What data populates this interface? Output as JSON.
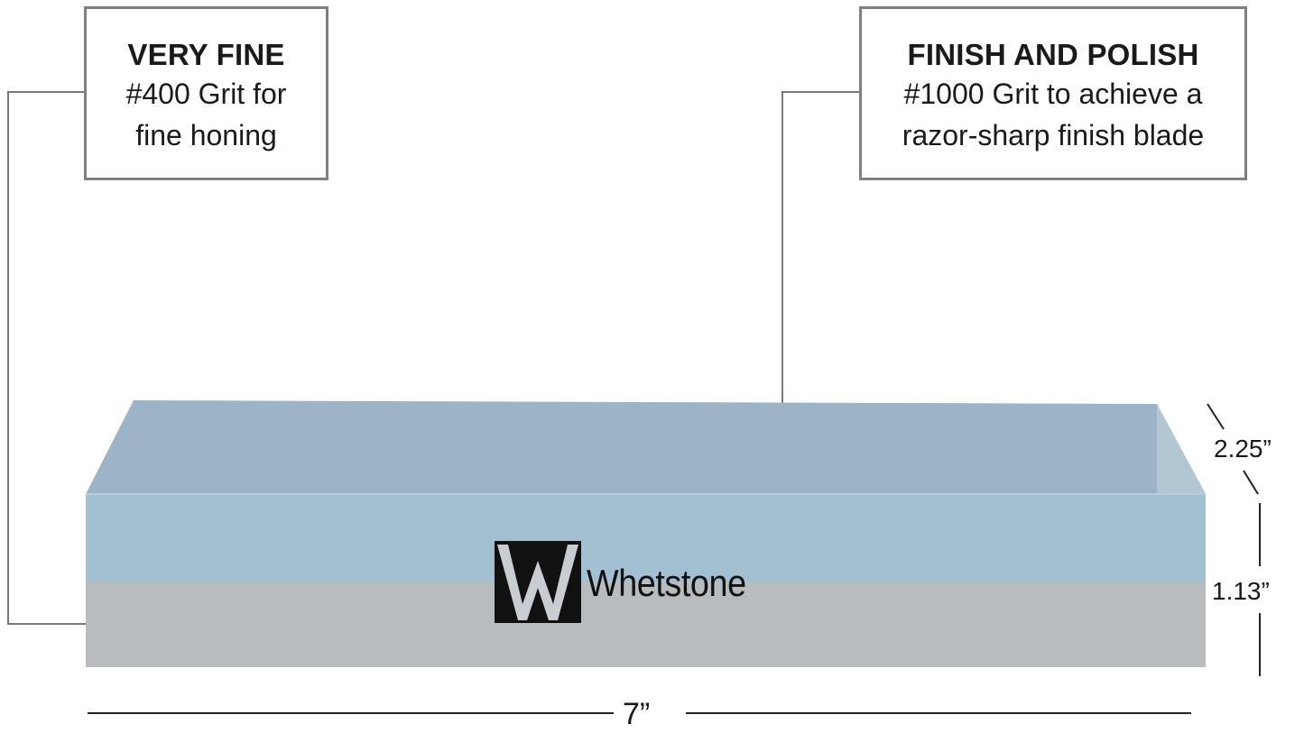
{
  "callouts": {
    "left": {
      "title": "VERY FINE",
      "line1": "#400 Grit for",
      "line2": "fine honing"
    },
    "right": {
      "title": "FINISH AND POLISH",
      "line1": "#1000 Grit to achieve a",
      "line2": "razor-sharp finish blade"
    }
  },
  "brand": {
    "name": "Whetstone",
    "icon": "w-logo-icon"
  },
  "dimensions": {
    "length": "7”",
    "width": "2.25”",
    "height": "1.13”"
  },
  "colors": {
    "stone_top": "#9db4c8",
    "stone_front_upper": "#a3bfd2",
    "stone_front_lower": "#b9bcbf",
    "callout_border": "#808080",
    "leader_line": "#7a7a7a"
  }
}
